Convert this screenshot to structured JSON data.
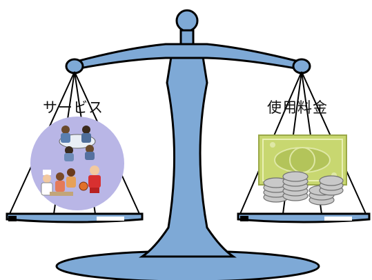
{
  "left_pan": {
    "label": "サービス",
    "illustration": "people-service-circle"
  },
  "right_pan": {
    "label": "使用料金",
    "illustration": "banknote-and-coins"
  },
  "colors": {
    "beam": "#7ea9d6",
    "outline": "#000000",
    "circle": "#b9b6e6",
    "banknote": "#c8d770",
    "coins": "#c9c9c9"
  }
}
